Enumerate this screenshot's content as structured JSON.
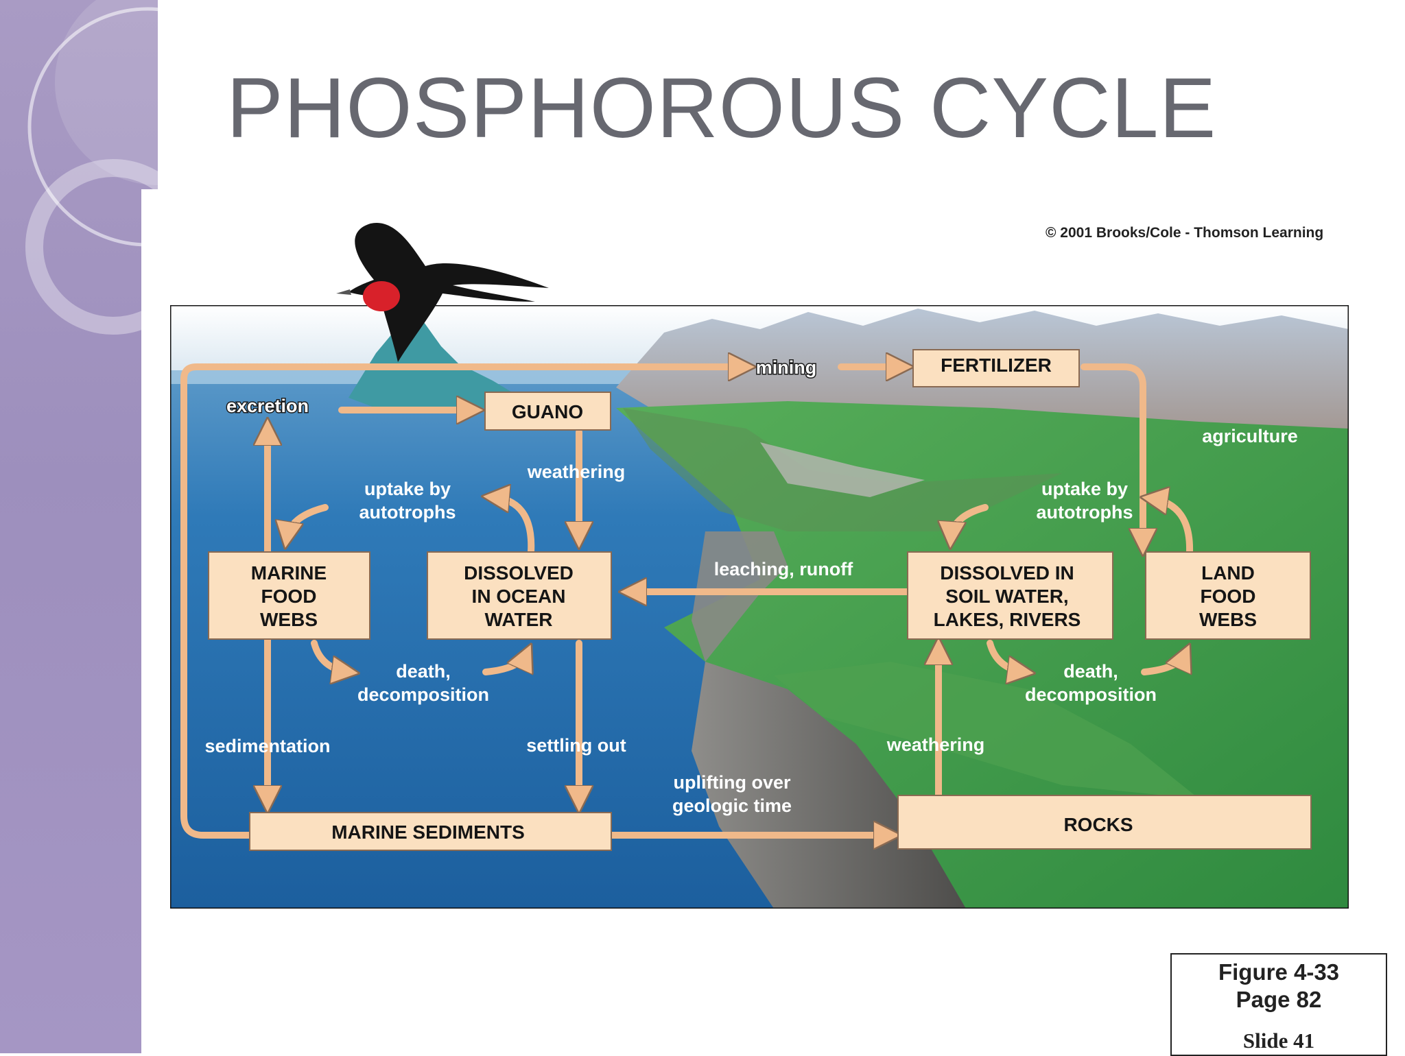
{
  "slide": {
    "title": "PHOSPHOROUS CYCLE",
    "copyright": "© 2001 Brooks/Cole - Thomson Learning",
    "figure_ref": {
      "line1": "Figure 4-33",
      "line2": "Page 82",
      "slide": "Slide 41"
    }
  },
  "diagram": {
    "boxes": {
      "fertilizer": [
        "FERTILIZER"
      ],
      "guano": [
        "GUANO"
      ],
      "marine_food_webs": [
        "MARINE",
        "FOOD",
        "WEBS"
      ],
      "dissolved_ocean": [
        "DISSOLVED",
        "IN OCEAN",
        "WATER"
      ],
      "dissolved_soil": [
        "DISSOLVED IN",
        "SOIL WATER,",
        "LAKES, RIVERS"
      ],
      "land_food_webs": [
        "LAND",
        "FOOD",
        "WEBS"
      ],
      "marine_sediments": [
        "MARINE SEDIMENTS"
      ],
      "rocks": [
        "ROCKS"
      ]
    },
    "labels": {
      "mining": [
        "mining"
      ],
      "excretion": [
        "excretion"
      ],
      "agriculture": [
        "agriculture"
      ],
      "weathering_guano": [
        "weathering"
      ],
      "uptake_marine": [
        "uptake by",
        "autotrophs"
      ],
      "uptake_land": [
        "uptake by",
        "autotrophs"
      ],
      "leaching": [
        "leaching, runoff"
      ],
      "death_marine": [
        "death,",
        "decomposition"
      ],
      "death_land": [
        "death,",
        "decomposition"
      ],
      "sedimentation": [
        "sedimentation"
      ],
      "settling": [
        "settling out"
      ],
      "weathering_rocks": [
        "weathering"
      ],
      "uplifting": [
        "uplifting over",
        "geologic time"
      ]
    }
  },
  "colors": {
    "sidebar": "#a99bc4",
    "title": "#676870",
    "box_fill": "#fbe0c0",
    "arrow": "#f0b98a",
    "ocean": "#2d79b8",
    "land": "#3f9a4a",
    "bird_pouch": "#d8212a"
  }
}
